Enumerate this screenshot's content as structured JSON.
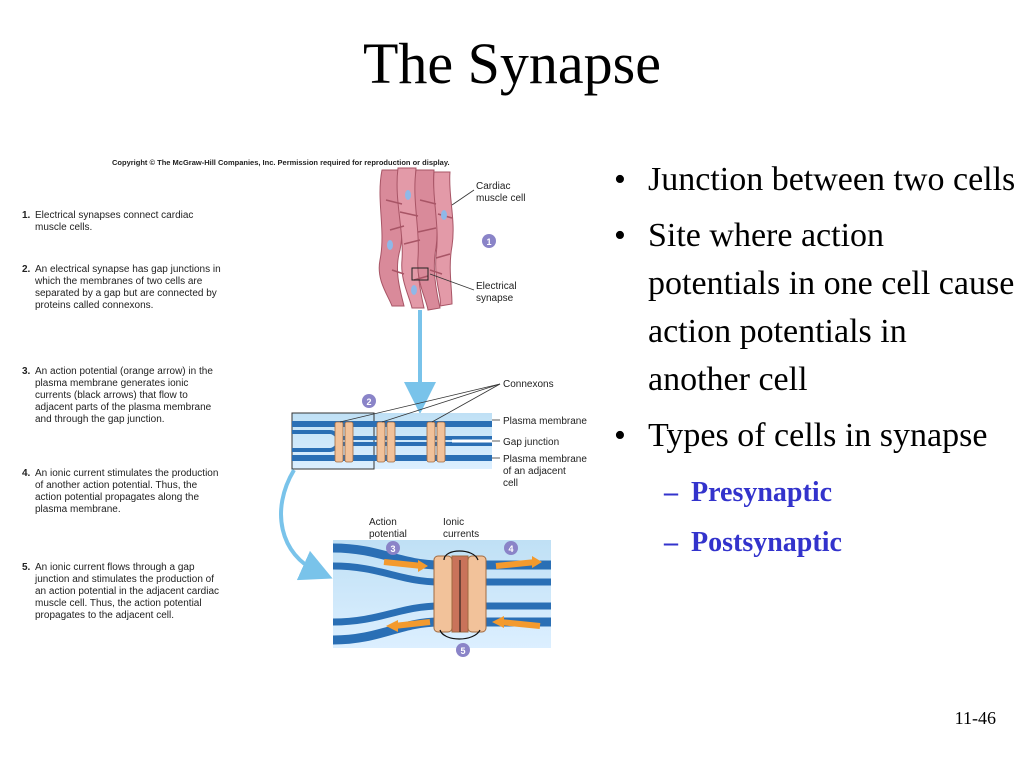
{
  "title": "The Synapse",
  "copyright": "Copyright © The McGraw-Hill Companies, Inc. Permission required for reproduction or display.",
  "steps": [
    {
      "num": "1.",
      "text": "Electrical synapses connect cardiac muscle cells."
    },
    {
      "num": "2.",
      "text": "An electrical synapse has gap junctions in which the membranes of two cells are separated by a gap but are connected by proteins called connexons."
    },
    {
      "num": "3.",
      "text": "An action potential (orange arrow) in the plasma membrane generates ionic currents (black arrows) that flow to adjacent parts of the plasma membrane and through the gap junction."
    },
    {
      "num": "4.",
      "text": "An ionic current stimulates the production of another action potential. Thus, the action potential propagates along the plasma membrane."
    },
    {
      "num": "5.",
      "text": "An ionic current flows through a gap junction and stimulates the production of an action potential in the adjacent cardiac muscle cell. Thus, the action potential propagates to the adjacent cell."
    }
  ],
  "diagram": {
    "cardiac_label_1": "Cardiac",
    "cardiac_label_2": "muscle cell",
    "synapse_label_1": "Electrical",
    "synapse_label_2": "synapse",
    "connexons": "Connexons",
    "plasma_membrane": "Plasma membrane",
    "gap_junction": "Gap junction",
    "adjacent_1": "Plasma membrane",
    "adjacent_2": "of an adjacent",
    "adjacent_3": "cell",
    "action_1": "Action",
    "action_2": "potential",
    "ionic_1": "Ionic",
    "ionic_2": "currents",
    "badge1": "1",
    "badge2": "2",
    "badge3": "3",
    "badge4": "4",
    "badge5": "5",
    "colors": {
      "muscle": "#d98a9a",
      "membrane": "#2a6fb5",
      "channel": "#f2c29a",
      "arrow": "#f39a2e",
      "badge": "#8a84c8"
    }
  },
  "bullets": [
    {
      "text": "Junction between two cells"
    },
    {
      "text": "Site where action potentials in one cell cause action potentials in another cell"
    },
    {
      "text": "Types of cells in synapse"
    }
  ],
  "subbullets": [
    {
      "text": "Presynaptic"
    },
    {
      "text": "Postsynaptic"
    }
  ],
  "slide_number": "11-46"
}
